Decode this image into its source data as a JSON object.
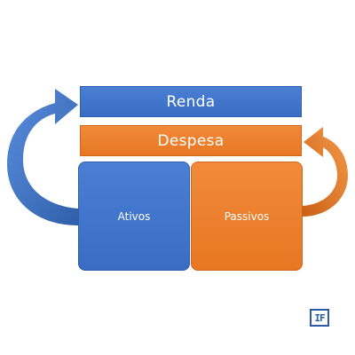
{
  "diagram": {
    "income_label": "Renda",
    "expense_label": "Despesa",
    "assets_label": "Ativos",
    "liabilities_label": "Passivos",
    "logo_text": "IF"
  },
  "colors": {
    "blue": "#3a6cc4",
    "orange": "#e87722"
  }
}
